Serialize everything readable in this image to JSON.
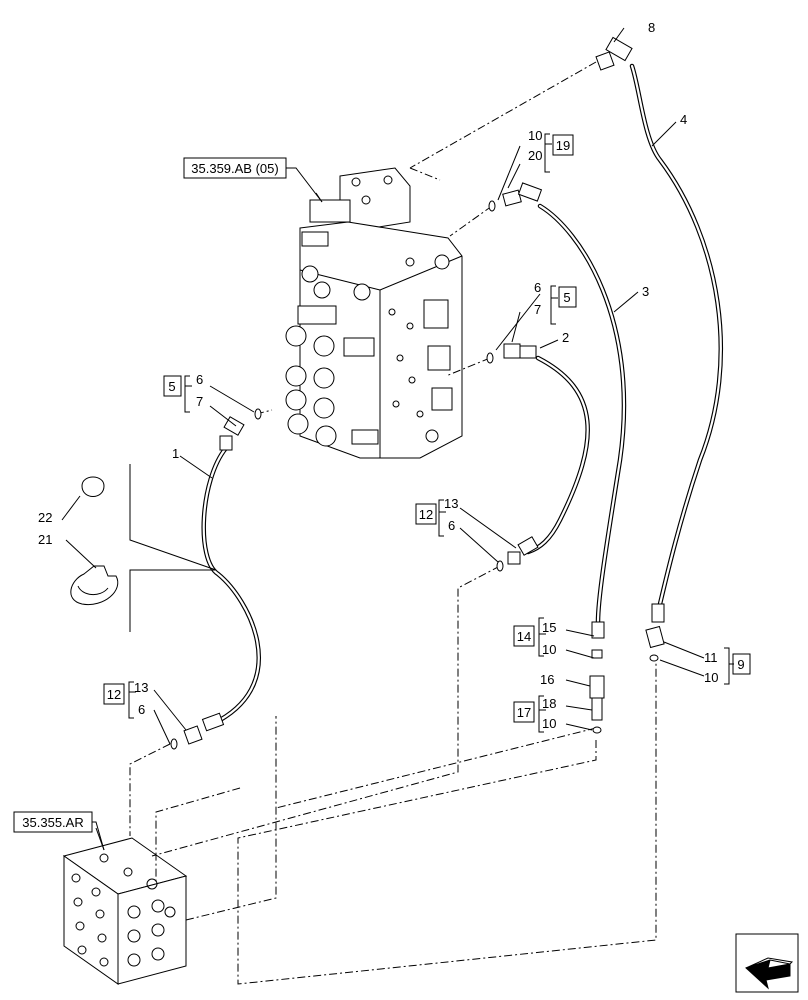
{
  "references": {
    "valve_ref": "35.359.AB (05)",
    "block_ref": "35.355.AR"
  },
  "callouts": {
    "c1": "1",
    "c2": "2",
    "c3": "3",
    "c4": "4",
    "c8": "8",
    "c16": "16",
    "c21": "21",
    "c22": "22",
    "g19_a": "10",
    "g19_b": "20",
    "g19_box": "19",
    "g5r_a": "6",
    "g5r_b": "7",
    "g5r_box": "5",
    "g5l_a": "6",
    "g5l_b": "7",
    "g5l_box": "5",
    "g12u_a": "13",
    "g12u_b": "6",
    "g12u_box": "12",
    "g12l_a": "13",
    "g12l_b": "6",
    "g12l_box": "12",
    "g14_a": "15",
    "g14_b": "10",
    "g14_box": "14",
    "g17_a": "18",
    "g17_b": "10",
    "g17_box": "17",
    "g9_a": "11",
    "g9_b": "10",
    "g9_box": "9"
  },
  "icons": {
    "nav": "direction-arrow-icon"
  }
}
